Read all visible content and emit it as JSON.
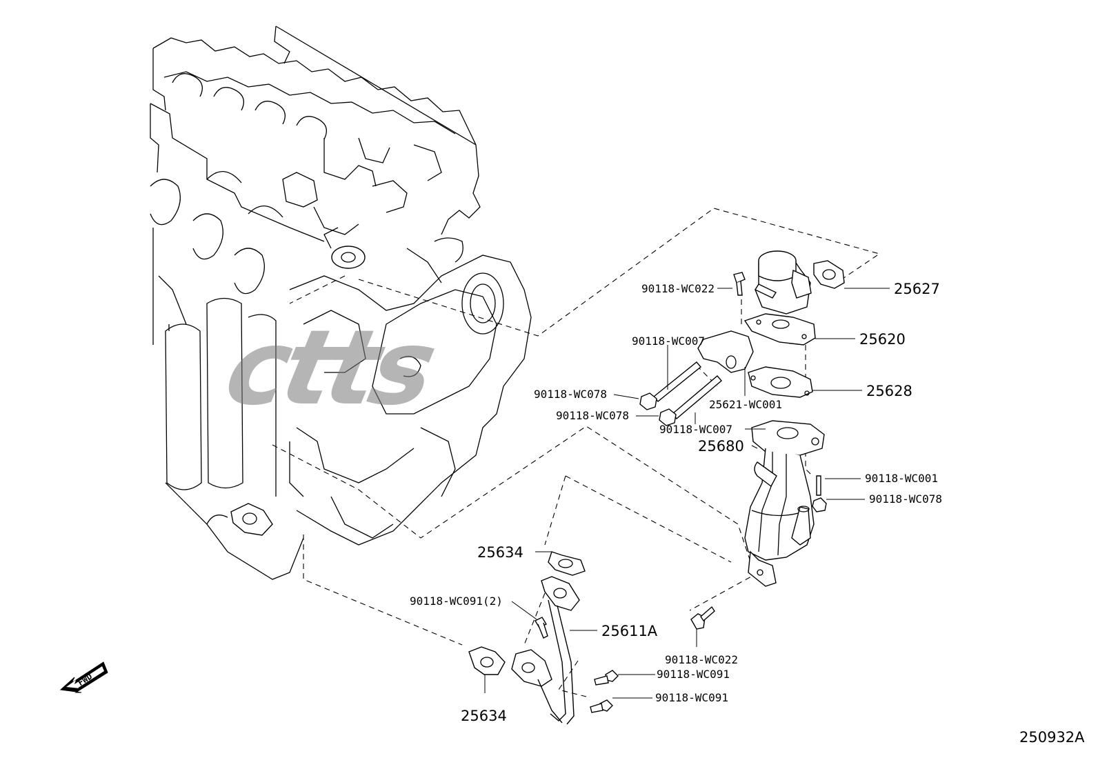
{
  "diagram": {
    "watermark": "ctts",
    "drawing_number": "250932A",
    "fwd_label": "FWD",
    "callouts": {
      "c25627": "25627",
      "c25620": "25620",
      "c25628": "25628",
      "c25680": "25680",
      "c25621": "25621-WC001",
      "c_wc022_top": "90118-WC022",
      "c_wc007_top": "90118-WC007",
      "c_wc078_a": "90118-WC078",
      "c_wc078_b": "90118-WC078",
      "c_wc007_bot": "90118-WC007",
      "c_wc001": "90118-WC001",
      "c_wc078_r": "90118-WC078",
      "c25634_top": "25634",
      "c_wc091_2": "90118-WC091(2)",
      "c25611": "25611A",
      "c_wc022_bot": "90118-WC022",
      "c_wc091_a": "90118-WC091",
      "c_wc091_b": "90118-WC091",
      "c25634_bot": "25634"
    }
  }
}
